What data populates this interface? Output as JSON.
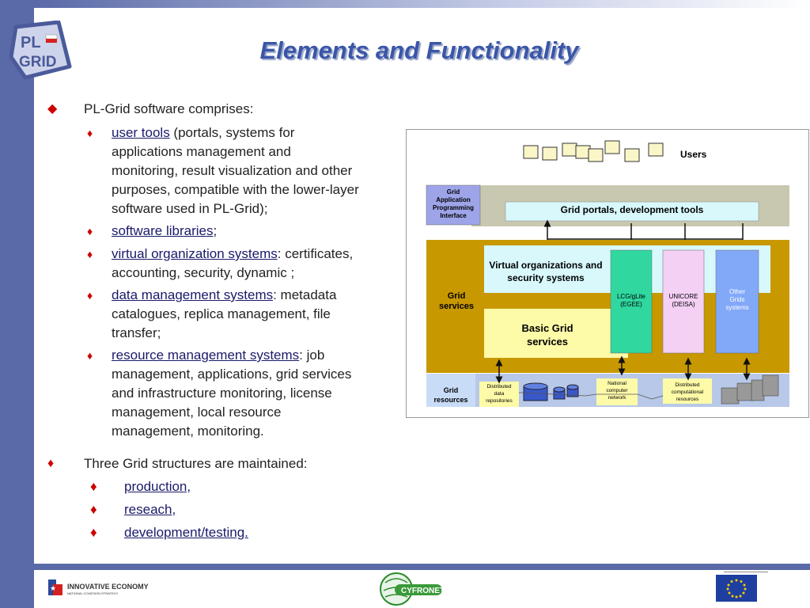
{
  "title": "Elements and Functionality",
  "logo": {
    "text_line1": "PL",
    "text_line2": "GRID"
  },
  "bullets": {
    "intro": "PL-Grid software comprises:",
    "items": [
      {
        "link": "user tools",
        "rest_lines": [
          " (portals, systems for",
          "applications management and",
          "monitoring, result visualization and other",
          "purposes, compatible with the lower-layer",
          "software used in PL-Grid);"
        ]
      },
      {
        "link": "software libraries",
        "rest_lines": [
          ";"
        ]
      },
      {
        "link": "virtual organization systems",
        "rest_lines": [
          ": certificates,",
          "accounting, security, dynamic ;"
        ]
      },
      {
        "link": "data management systems",
        "rest_lines": [
          ": metadata",
          "catalogues, replica management, file",
          "transfer;"
        ]
      },
      {
        "link": "resource management systems",
        "rest_lines": [
          ": job",
          "management, applications, grid services",
          "and infrastructure monitoring, license",
          "management, local resource",
          "management, monitoring."
        ]
      }
    ],
    "structures_intro": "Three Grid structures are maintained:",
    "structures": [
      "production,",
      "reseach,",
      "development/testing."
    ]
  },
  "diagram": {
    "users": "Users",
    "api_label": [
      "Grid",
      "Application",
      "Programming",
      "Interface"
    ],
    "portals": "Grid portals, development tools",
    "grid_services": [
      "Grid",
      "services"
    ],
    "vo_systems": [
      "Virtual organizations and",
      "security systems"
    ],
    "basic_services": [
      "Basic Grid",
      "services"
    ],
    "lcg": [
      "LCG/gLite",
      "(EGEE)"
    ],
    "unicore": [
      "UNICORE",
      "(DEISA)"
    ],
    "other": [
      "Other",
      "Grids",
      "systems"
    ],
    "grid_resources": [
      "Grid",
      "resources"
    ],
    "dist_data": [
      "Distributed",
      "data",
      "repositories"
    ],
    "national": [
      "National",
      "computer",
      "network"
    ],
    "dist_comp": [
      "Distributed",
      "computational",
      "resources"
    ]
  },
  "footer": {
    "innovative": "INNOVATIVE ECONOMY",
    "innovative_sub": "NATIONAL COHESION STRATEGY",
    "cyfronet": "CYFRONET"
  },
  "colors": {
    "frame": "#5a6aa8",
    "title": "#3a56a8",
    "bullet_red": "#cc0000"
  }
}
